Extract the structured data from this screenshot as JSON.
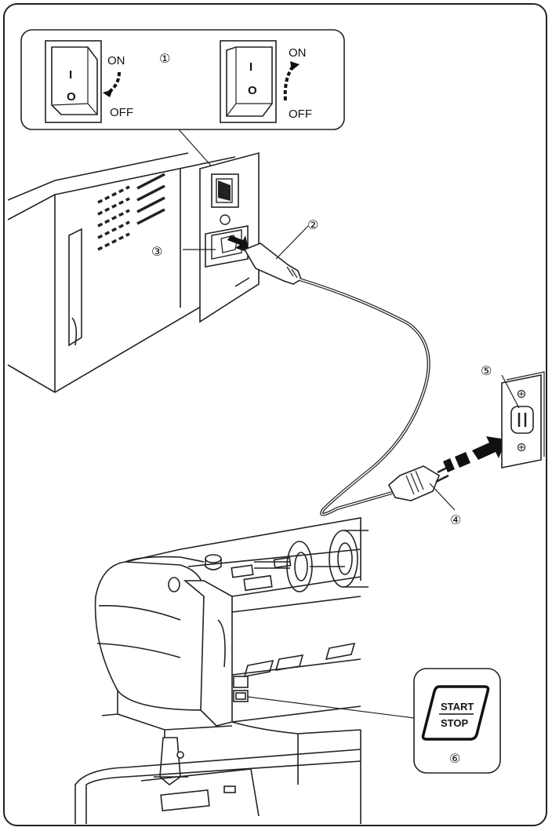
{
  "switch_inset": {
    "callout": "①",
    "left_switch": {
      "on_label": "ON",
      "off_label": "OFF",
      "on_mark": "I",
      "off_mark": "O"
    },
    "right_switch": {
      "on_label": "ON",
      "off_label": "OFF",
      "on_mark": "I",
      "off_mark": "O"
    }
  },
  "callouts": {
    "plug_cord": "②",
    "machine_socket": "③",
    "power_plug": "④",
    "wall_outlet": "⑤",
    "start_stop_button": "⑥"
  },
  "start_stop": {
    "line1": "START",
    "line2": "STOP"
  }
}
